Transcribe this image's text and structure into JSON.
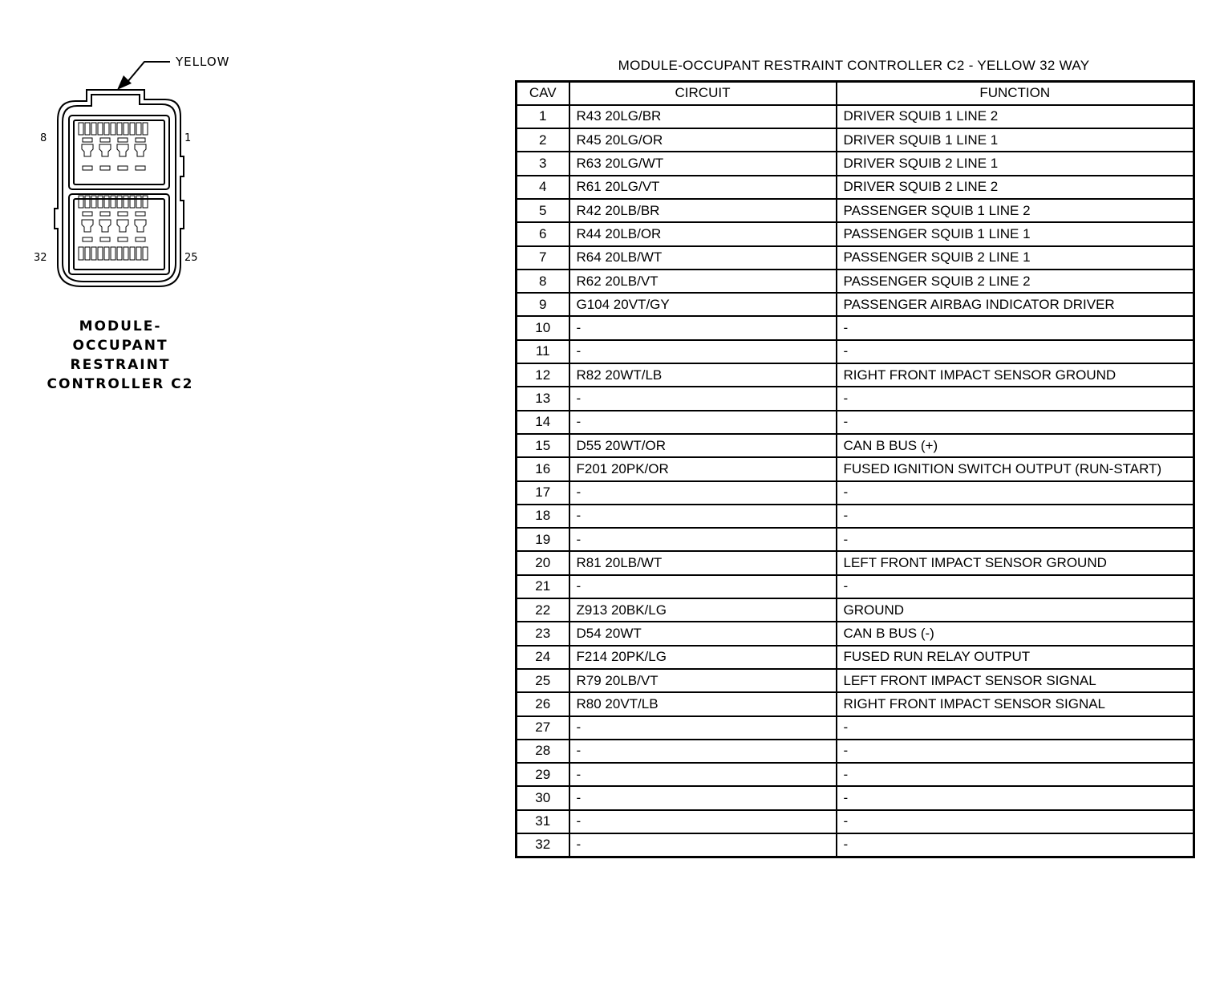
{
  "connector": {
    "color_callout": "YELLOW",
    "pin_labels": {
      "top_left": "8",
      "top_right": "1",
      "bottom_left": "32",
      "bottom_right": "25"
    },
    "name_lines": [
      "MODULE-",
      "OCCUPANT",
      "RESTRAINT",
      "CONTROLLER C2"
    ]
  },
  "table": {
    "title": "MODULE-OCCUPANT RESTRAINT CONTROLLER C2 - YELLOW 32 WAY",
    "headers": [
      "CAV",
      "CIRCUIT",
      "FUNCTION"
    ],
    "rows": [
      {
        "cav": "1",
        "circuit": "R43 20LG/BR",
        "function": "DRIVER SQUIB 1 LINE 2"
      },
      {
        "cav": "2",
        "circuit": "R45 20LG/OR",
        "function": "DRIVER SQUIB 1 LINE 1"
      },
      {
        "cav": "3",
        "circuit": "R63 20LG/WT",
        "function": "DRIVER SQUIB 2 LINE 1"
      },
      {
        "cav": "4",
        "circuit": "R61 20LG/VT",
        "function": "DRIVER SQUIB 2 LINE 2"
      },
      {
        "cav": "5",
        "circuit": "R42 20LB/BR",
        "function": "PASSENGER SQUIB 1 LINE 2"
      },
      {
        "cav": "6",
        "circuit": "R44 20LB/OR",
        "function": "PASSENGER SQUIB 1 LINE 1"
      },
      {
        "cav": "7",
        "circuit": "R64 20LB/WT",
        "function": "PASSENGER SQUIB 2 LINE 1"
      },
      {
        "cav": "8",
        "circuit": "R62 20LB/VT",
        "function": "PASSENGER SQUIB 2 LINE 2"
      },
      {
        "cav": "9",
        "circuit": "G104 20VT/GY",
        "function": "PASSENGER AIRBAG INDICATOR DRIVER"
      },
      {
        "cav": "10",
        "circuit": "-",
        "function": "-"
      },
      {
        "cav": "11",
        "circuit": "-",
        "function": "-"
      },
      {
        "cav": "12",
        "circuit": "R82 20WT/LB",
        "function": "RIGHT FRONT IMPACT SENSOR GROUND"
      },
      {
        "cav": "13",
        "circuit": "-",
        "function": "-"
      },
      {
        "cav": "14",
        "circuit": "-",
        "function": "-"
      },
      {
        "cav": "15",
        "circuit": "D55 20WT/OR",
        "function": "CAN B BUS (+)"
      },
      {
        "cav": "16",
        "circuit": "F201 20PK/OR",
        "function": "FUSED IGNITION SWITCH OUTPUT (RUN-START)"
      },
      {
        "cav": "17",
        "circuit": "-",
        "function": "-"
      },
      {
        "cav": "18",
        "circuit": "-",
        "function": "-"
      },
      {
        "cav": "19",
        "circuit": "-",
        "function": "-"
      },
      {
        "cav": "20",
        "circuit": "R81 20LB/WT",
        "function": "LEFT FRONT IMPACT SENSOR GROUND"
      },
      {
        "cav": "21",
        "circuit": "-",
        "function": "-"
      },
      {
        "cav": "22",
        "circuit": "Z913 20BK/LG",
        "function": "GROUND"
      },
      {
        "cav": "23",
        "circuit": "D54 20WT",
        "function": "CAN B BUS (-)"
      },
      {
        "cav": "24",
        "circuit": "F214 20PK/LG",
        "function": "FUSED RUN RELAY OUTPUT"
      },
      {
        "cav": "25",
        "circuit": "R79 20LB/VT",
        "function": "LEFT FRONT IMPACT SENSOR SIGNAL"
      },
      {
        "cav": "26",
        "circuit": "R80 20VT/LB",
        "function": "RIGHT FRONT IMPACT SENSOR SIGNAL"
      },
      {
        "cav": "27",
        "circuit": "-",
        "function": "-"
      },
      {
        "cav": "28",
        "circuit": "-",
        "function": "-"
      },
      {
        "cav": "29",
        "circuit": "-",
        "function": "-"
      },
      {
        "cav": "30",
        "circuit": "-",
        "function": "-"
      },
      {
        "cav": "31",
        "circuit": "-",
        "function": "-"
      },
      {
        "cav": "32",
        "circuit": "-",
        "function": "-"
      }
    ]
  }
}
